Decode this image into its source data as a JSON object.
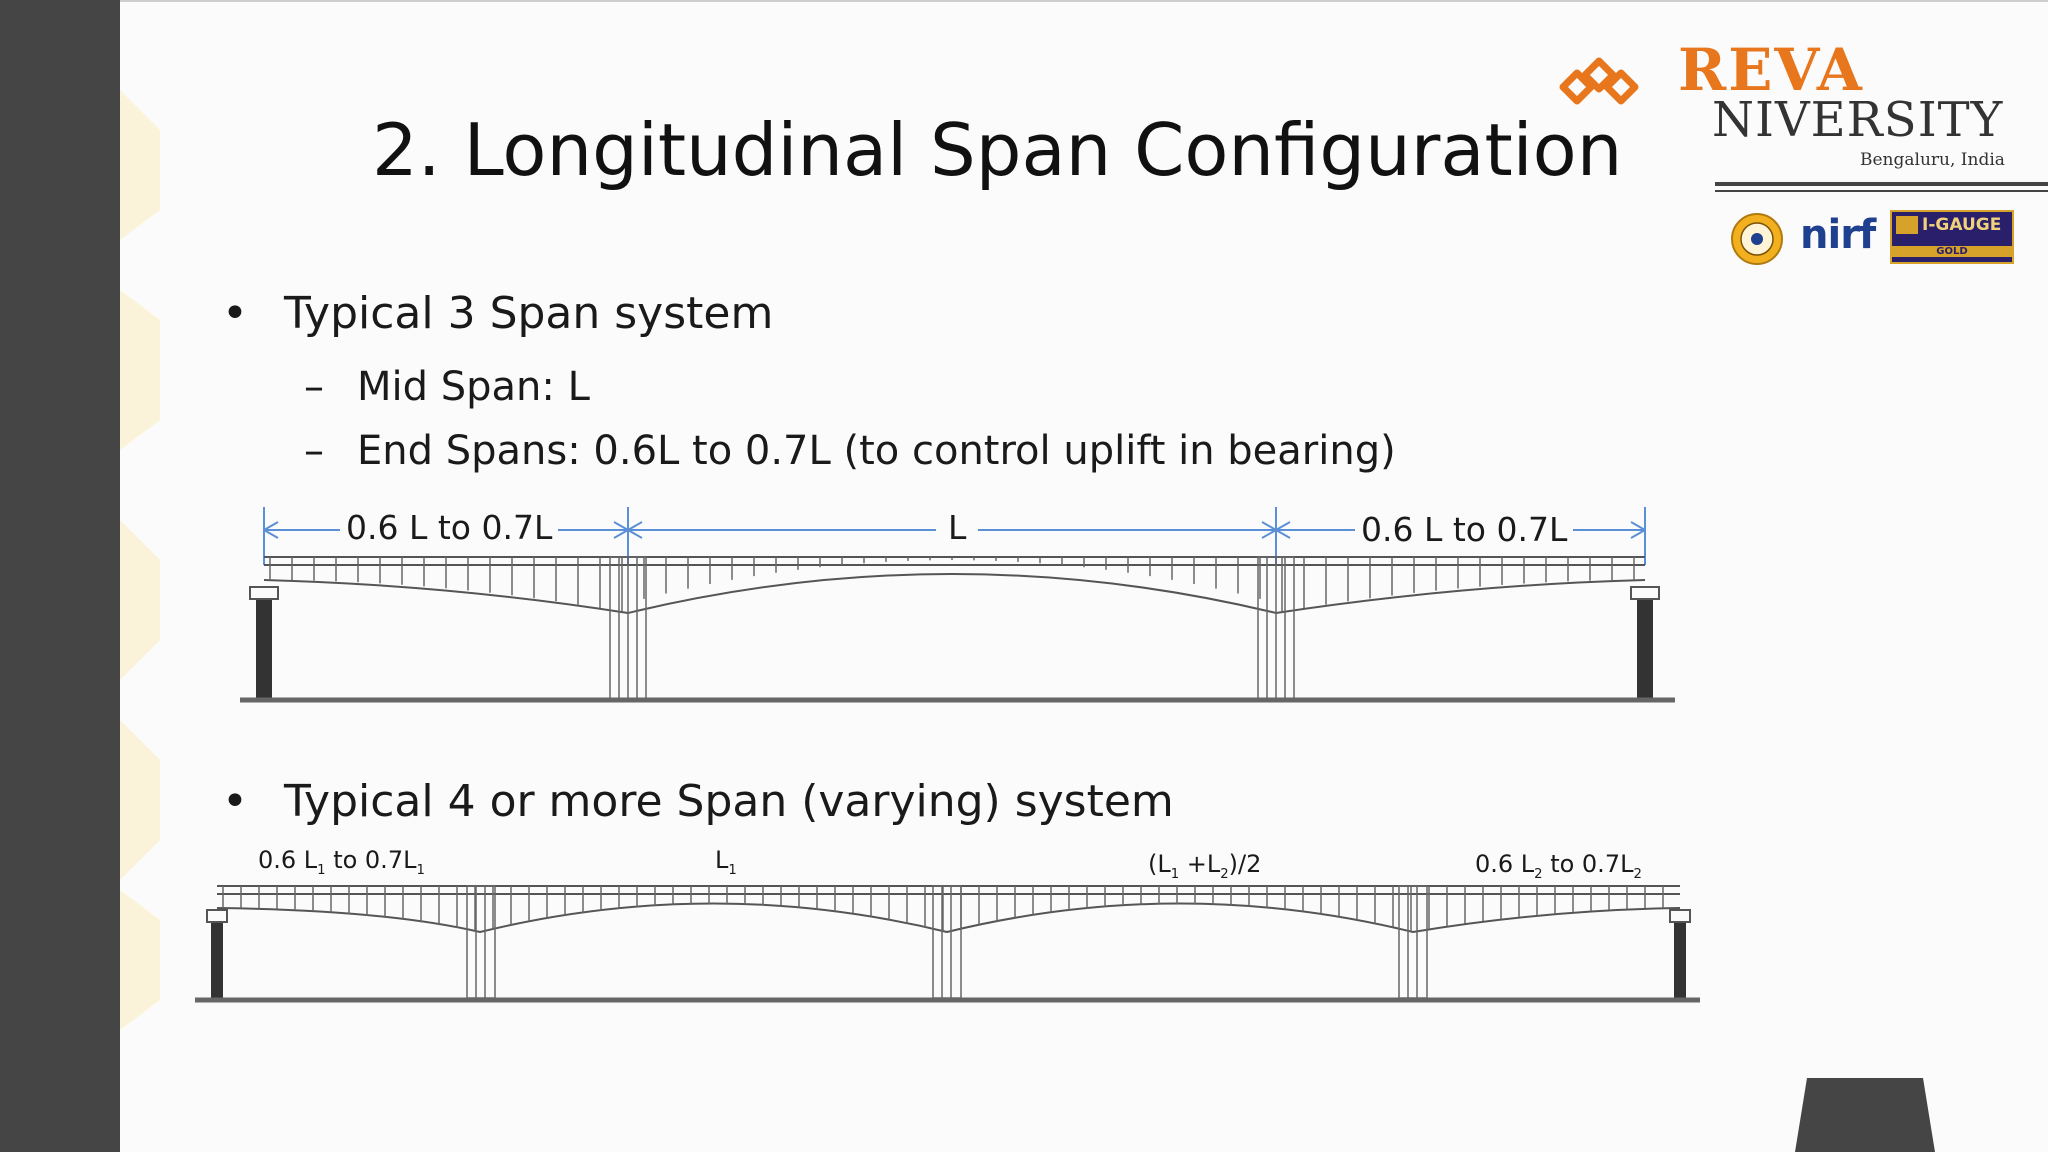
{
  "slide": {
    "title": "2. Longitudinal Span Configuration",
    "bullets": [
      {
        "text": "Typical 3 Span system",
        "subitems": [
          "Mid Span: L",
          "End Spans: 0.6L to 0.7L (to control uplift in bearing)"
        ]
      },
      {
        "text": "Typical 4 or more Span (varying) system"
      }
    ]
  },
  "logo": {
    "name_line1": "REVA",
    "name_line2": "NIVERSITY",
    "location": "Bengaluru, India",
    "badge_nirf": "nirf",
    "badge_igauge": "I-GAUGE",
    "badge_igauge_rating": "GOLD",
    "brand_color": "#e8761c"
  },
  "diagram1": {
    "label_end_left": "0.6 L to 0.7L",
    "label_mid": "L",
    "label_end_right": "0.6 L to 0.7L"
  },
  "diagram2": {
    "label_1_main": "0.6 L",
    "label_1_sub1": "1",
    "label_1_mid": " to 0.7L",
    "label_1_sub2": "1",
    "label_2_main": "L",
    "label_2_sub": "1",
    "label_3_open": "(L",
    "label_3_sub1": "1",
    "label_3_mid": " +L",
    "label_3_sub2": "2",
    "label_3_close": ")/2",
    "label_4_main": "0.6 L",
    "label_4_sub1": "2",
    "label_4_mid": " to 0.7L",
    "label_4_sub2": "2"
  },
  "colors": {
    "sidebar": "#454545",
    "dimension_line": "#5b8fd6",
    "structure_line": "#555555"
  }
}
